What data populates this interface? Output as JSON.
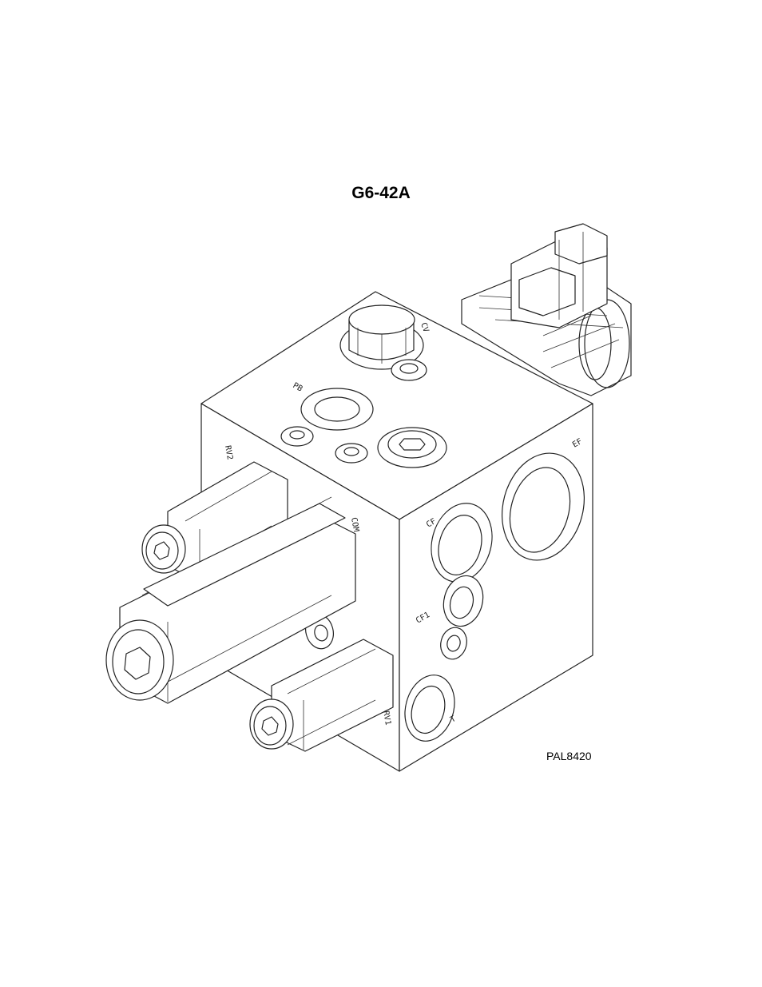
{
  "title": "G6-42A",
  "drawing_code": "PAL8420",
  "port_labels": {
    "cv": "CV",
    "pb": "PB",
    "rv2": "RV2",
    "com": "COM",
    "rv1": "RV1",
    "ef": "EF",
    "cf": "CF",
    "cf1": "CF1",
    "t": "T"
  }
}
